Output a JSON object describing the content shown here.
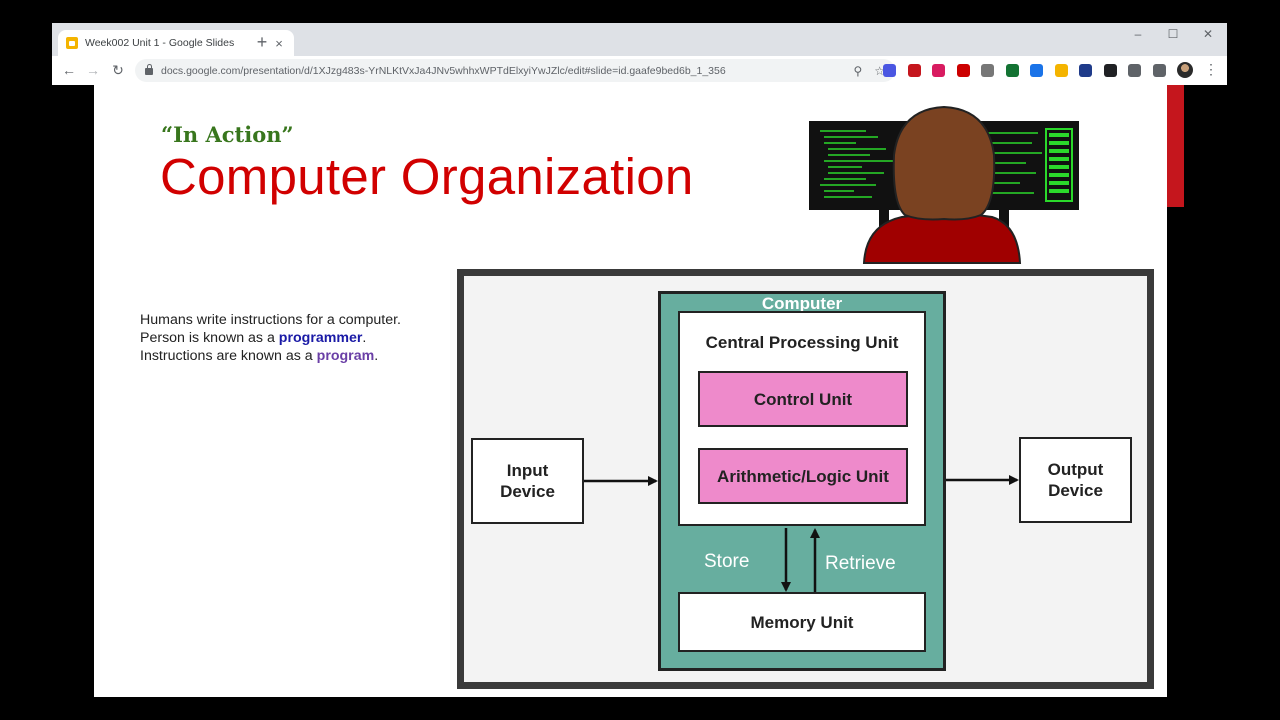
{
  "browser": {
    "tab_title": "Week002 Unit 1 - Google Slides",
    "tab_close": "×",
    "new_tab": "+",
    "window_controls": {
      "minimize": "–",
      "maximize": "☐",
      "close": "✕"
    },
    "nav": {
      "back": "←",
      "forward": "→",
      "reload": "↻"
    },
    "url": "docs.google.com/presentation/d/1XJzg483s-YrNLKtVxJa4JNv5whhxWPTdElxyiYwJZlc/edit#slide=id.gaafe9bed6b_1_356",
    "omnibox_icons": {
      "zoom": "⚲",
      "bookmark": "☆"
    },
    "menu": "⋮",
    "extension_colors": [
      "#4a56e2",
      "#c5161d",
      "#d81b60",
      "#cc0000",
      "#777777",
      "#137333",
      "#1a73e8",
      "#f4b400",
      "#1f3b8a",
      "#202124",
      "#5f6368",
      "#5f6368"
    ]
  },
  "slide": {
    "subtitle": "“In Action”",
    "title": "Computer Organization",
    "body": {
      "line1": "Humans write instructions for a computer.",
      "line2_prefix": "Person is known as a ",
      "line2_keyword": "programmer",
      "line2_suffix": ".",
      "line3_prefix": "Instructions are known as a ",
      "line3_keyword": "program",
      "line3_suffix": "."
    },
    "diagram": {
      "computer": "Computer",
      "cpu": "Central Processing Unit",
      "control_unit": "Control Unit",
      "alu": "Arithmetic/Logic Unit",
      "input_line1": "Input",
      "input_line2": "Device",
      "output_line1": "Output",
      "output_line2": "Device",
      "store": "Store",
      "retrieve": "Retrieve",
      "memory": "Memory Unit"
    },
    "colors": {
      "title": "#d10000",
      "subtitle": "#38761d",
      "computer_fill": "#67ae9f",
      "unit_fill": "#ee8acb",
      "programmer": "#1a1aa6",
      "program": "#6a3fa6"
    }
  }
}
